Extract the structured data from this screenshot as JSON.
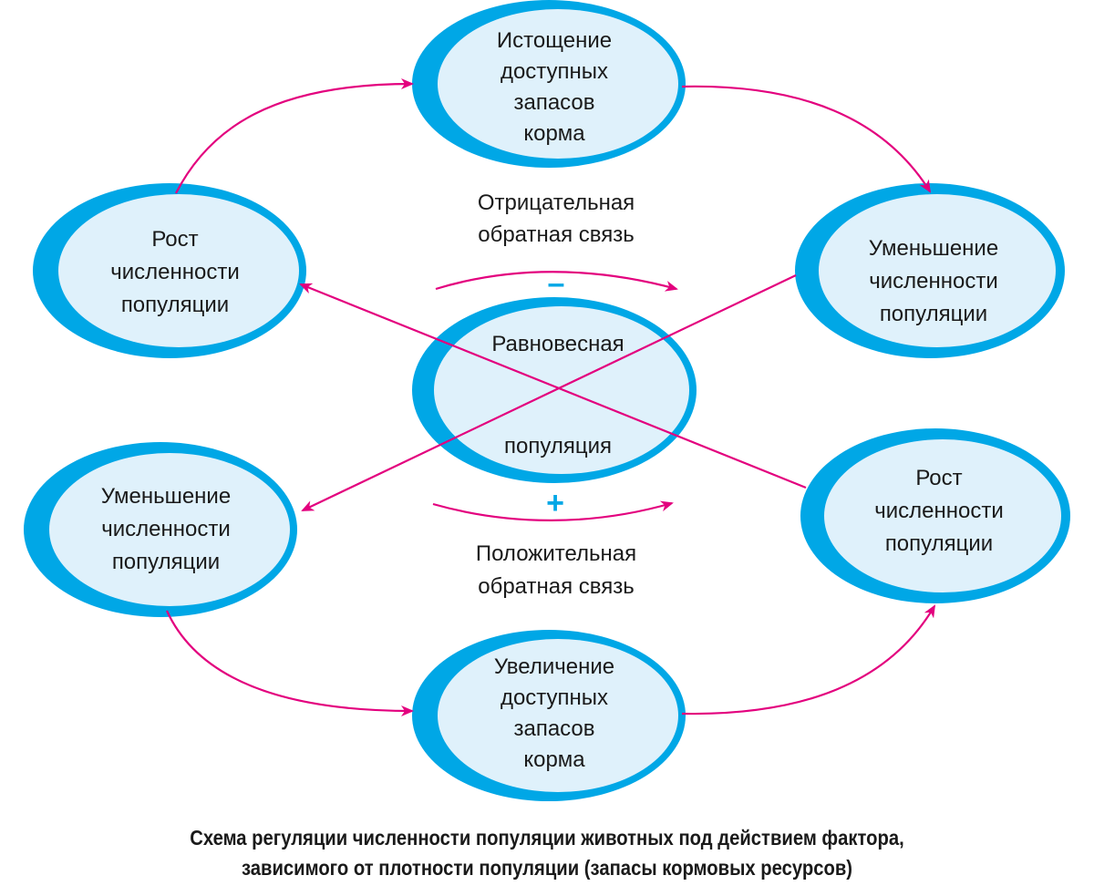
{
  "colors": {
    "ellipse_outer": "#00a7e6",
    "ellipse_inner": "#dff1fb",
    "arrow": "#e3007e",
    "sign": "#00a7e6"
  },
  "nodes": {
    "top": {
      "lines": [
        "Истощение",
        "доступных",
        "запасов",
        "корма"
      ]
    },
    "left_upper": {
      "lines": [
        "Рост",
        "численности",
        "популяции"
      ]
    },
    "right_upper": {
      "lines": [
        "Уменьшение",
        "численности",
        "популяции"
      ]
    },
    "center": {
      "lines": [
        "Равновесная",
        "популяция"
      ]
    },
    "left_lower": {
      "lines": [
        "Уменьшение",
        "численности",
        "популяции"
      ]
    },
    "right_lower": {
      "lines": [
        "Рост",
        "численности",
        "популяции"
      ]
    },
    "bottom": {
      "lines": [
        "Увеличение",
        "доступных",
        "запасов",
        "корма"
      ]
    }
  },
  "feedback": {
    "negative": {
      "sign": "–",
      "lines": [
        "Отрицательная",
        "обратная связь"
      ]
    },
    "positive": {
      "sign": "+",
      "lines": [
        "Положительная",
        "обратная связь"
      ]
    }
  },
  "caption": {
    "line1": "Схема регуляции численности популяции животных под действием фактора,",
    "line2": "зависимого от плотности популяции (запасы кормовых ресурсов)"
  }
}
